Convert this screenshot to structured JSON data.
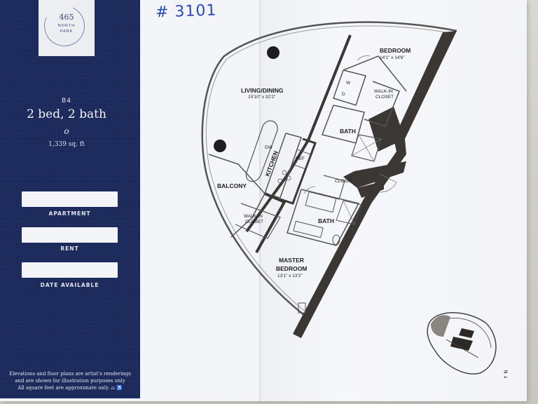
{
  "brand": {
    "number": "465",
    "line1": "NORTH",
    "line2": "PARK"
  },
  "unit": {
    "code": "B4",
    "type": "2 bed, 2 bath",
    "mark": "o",
    "size": "1,339 sq. ft"
  },
  "fields": [
    {
      "label": "APARTMENT",
      "value": ""
    },
    {
      "label": "RENT",
      "value": ""
    },
    {
      "label": "DATE AVAILABLE",
      "value": ""
    }
  ],
  "disclaimer": {
    "line1": "Elevations and floor plans are artist's renderings",
    "line2": "and are shown for illustration purposes only",
    "line3": "All square feet are approximate only. ⌂ ♿"
  },
  "handwritten_note": "# 3101",
  "plan": {
    "rooms": {
      "bedroom": {
        "name": "BEDROOM",
        "dims": "14'1\" x 14'6\""
      },
      "living": {
        "name": "LIVING/DINING",
        "dims": "15'10\" x 32'2\""
      },
      "walkin_closet_top": {
        "line1": "WALK-IN",
        "line2": "CLOSET"
      },
      "bath_top": {
        "name": "BATH"
      },
      "kitchen": {
        "name": "KITCHEN"
      },
      "balcony": {
        "name": "BALCONY"
      },
      "closet": {
        "name": "CLOSET"
      },
      "walkin_closet_bottom": {
        "line1": "WALK-IN",
        "line2": "CLOSET"
      },
      "bath_bottom": {
        "name": "BATH"
      },
      "master": {
        "line1": "MASTER",
        "line2": "BEDROOM",
        "dims": "13'1\" x 13'2\""
      }
    },
    "fixtures": {
      "washer": "W",
      "dryer": "D",
      "dishwasher": "DW",
      "refrigerator": "REF"
    }
  },
  "north_label": "N",
  "colors": {
    "panel": "#1d2a5c",
    "ink": "#2b49b8",
    "wall": "#3b3734"
  }
}
